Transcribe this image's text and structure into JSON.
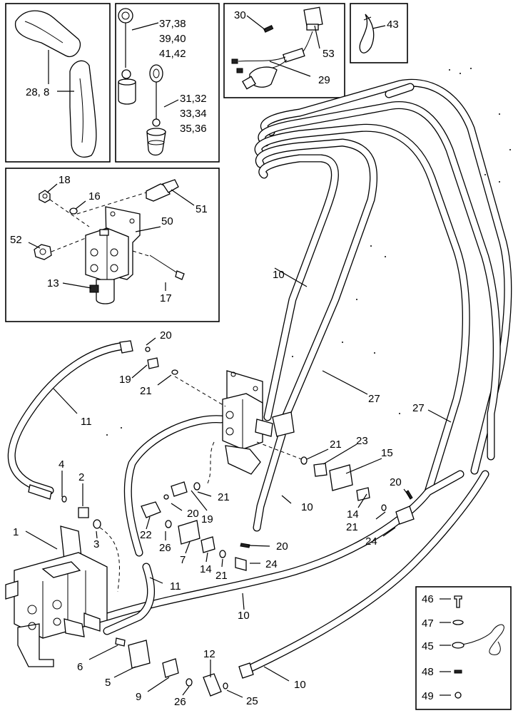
{
  "callouts": [
    {
      "id": "c-28-8",
      "text": "28, 8"
    },
    {
      "id": "c-37-38",
      "text": "37,38"
    },
    {
      "id": "c-39-40",
      "text": "39,40"
    },
    {
      "id": "c-41-42",
      "text": "41,42"
    },
    {
      "id": "c-31-32",
      "text": "31,32"
    },
    {
      "id": "c-33-34",
      "text": "33,34"
    },
    {
      "id": "c-35-36",
      "text": "35,36"
    },
    {
      "id": "c-30",
      "text": "30"
    },
    {
      "id": "c-53",
      "text": "53"
    },
    {
      "id": "c-29",
      "text": "29"
    },
    {
      "id": "c-43",
      "text": "43"
    },
    {
      "id": "c-18",
      "text": "18"
    },
    {
      "id": "c-16",
      "text": "16"
    },
    {
      "id": "c-51",
      "text": "51"
    },
    {
      "id": "c-50",
      "text": "50"
    },
    {
      "id": "c-52",
      "text": "52"
    },
    {
      "id": "c-13",
      "text": "13"
    },
    {
      "id": "c-17",
      "text": "17"
    },
    {
      "id": "c-10a",
      "text": "10"
    },
    {
      "id": "c-20a",
      "text": "20"
    },
    {
      "id": "c-19a",
      "text": "19"
    },
    {
      "id": "c-21a",
      "text": "21"
    },
    {
      "id": "c-11a",
      "text": "11"
    },
    {
      "id": "c-27a",
      "text": "27"
    },
    {
      "id": "c-27b",
      "text": "27"
    },
    {
      "id": "c-4",
      "text": "4"
    },
    {
      "id": "c-2",
      "text": "2"
    },
    {
      "id": "c-21b",
      "text": "21"
    },
    {
      "id": "c-23",
      "text": "23"
    },
    {
      "id": "c-15",
      "text": "15"
    },
    {
      "id": "c-3",
      "text": "3"
    },
    {
      "id": "c-21c",
      "text": "21"
    },
    {
      "id": "c-10b",
      "text": "10"
    },
    {
      "id": "c-20b",
      "text": "20"
    },
    {
      "id": "c-19b",
      "text": "19"
    },
    {
      "id": "c-20c",
      "text": "20"
    },
    {
      "id": "c-14a",
      "text": "14"
    },
    {
      "id": "c-22",
      "text": "22"
    },
    {
      "id": "c-21d",
      "text": "21"
    },
    {
      "id": "c-26a",
      "text": "26"
    },
    {
      "id": "c-7",
      "text": "7"
    },
    {
      "id": "c-1",
      "text": "1"
    },
    {
      "id": "c-24a",
      "text": "24"
    },
    {
      "id": "c-20d",
      "text": "20"
    },
    {
      "id": "c-14b",
      "text": "14"
    },
    {
      "id": "c-21e",
      "text": "21"
    },
    {
      "id": "c-24b",
      "text": "24"
    },
    {
      "id": "c-11b",
      "text": "11"
    },
    {
      "id": "c-10c",
      "text": "10"
    },
    {
      "id": "c-46",
      "text": "46"
    },
    {
      "id": "c-47",
      "text": "47"
    },
    {
      "id": "c-45",
      "text": "45"
    },
    {
      "id": "c-6",
      "text": "6"
    },
    {
      "id": "c-12",
      "text": "12"
    },
    {
      "id": "c-48",
      "text": "48"
    },
    {
      "id": "c-5",
      "text": "5"
    },
    {
      "id": "c-9",
      "text": "9"
    },
    {
      "id": "c-26b",
      "text": "26"
    },
    {
      "id": "c-25",
      "text": "25"
    },
    {
      "id": "c-10d",
      "text": "10"
    },
    {
      "id": "c-49",
      "text": "49"
    }
  ]
}
